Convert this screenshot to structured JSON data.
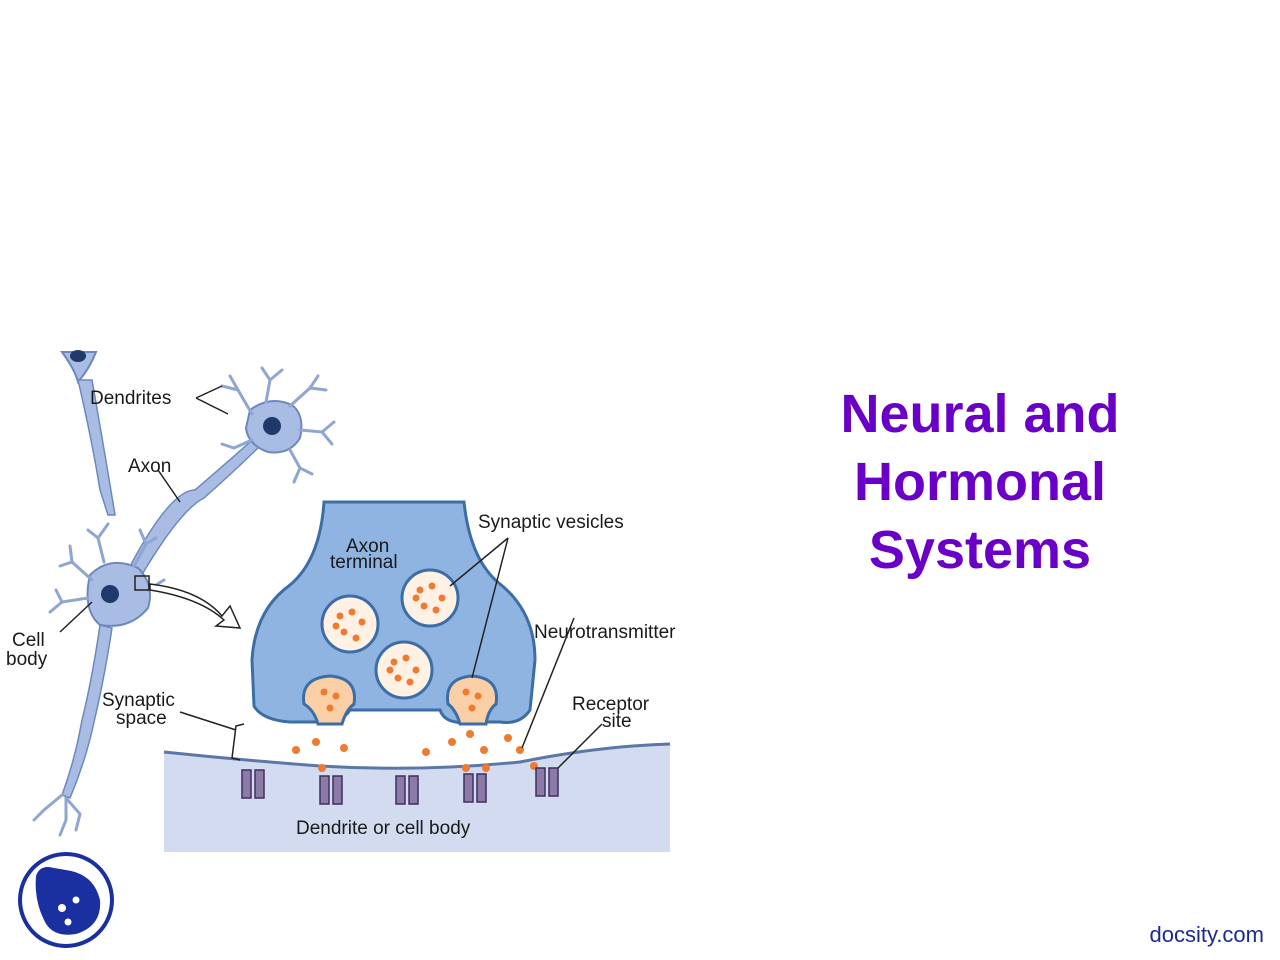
{
  "slide": {
    "title_lines": [
      "Neural and",
      "Hormonal",
      "Systems"
    ],
    "title_color": "#6a00c8"
  },
  "diagram": {
    "labels": {
      "dendrites": "Dendrites",
      "axon": "Axon",
      "cell_body_line1": "Cell",
      "cell_body_line2": "body",
      "axon_terminal_line1": "Axon",
      "axon_terminal_line2": "terminal",
      "synaptic_vesicles": "Synaptic vesicles",
      "neurotransmitter": "Neurotransmitter",
      "synaptic_space_line1": "Synaptic",
      "synaptic_space_line2": "space",
      "receptor_site_line1": "Receptor",
      "receptor_site_line2": "site",
      "dendrite_or_cell_body": "Dendrite or cell body"
    },
    "colors": {
      "neuron": "#a9bde4",
      "neuron_outline": "#6d88bd",
      "terminal": "#8fb4e1",
      "terminal_outline": "#3c6ea6",
      "vesicle": "#fff1e3",
      "neurotransmitter": "#f07a30",
      "postsynaptic": "#d2dbef",
      "receptor": "#8c7aa8"
    },
    "icons": [
      "logo-icon"
    ]
  },
  "footer": {
    "brand": "docsity.com"
  }
}
